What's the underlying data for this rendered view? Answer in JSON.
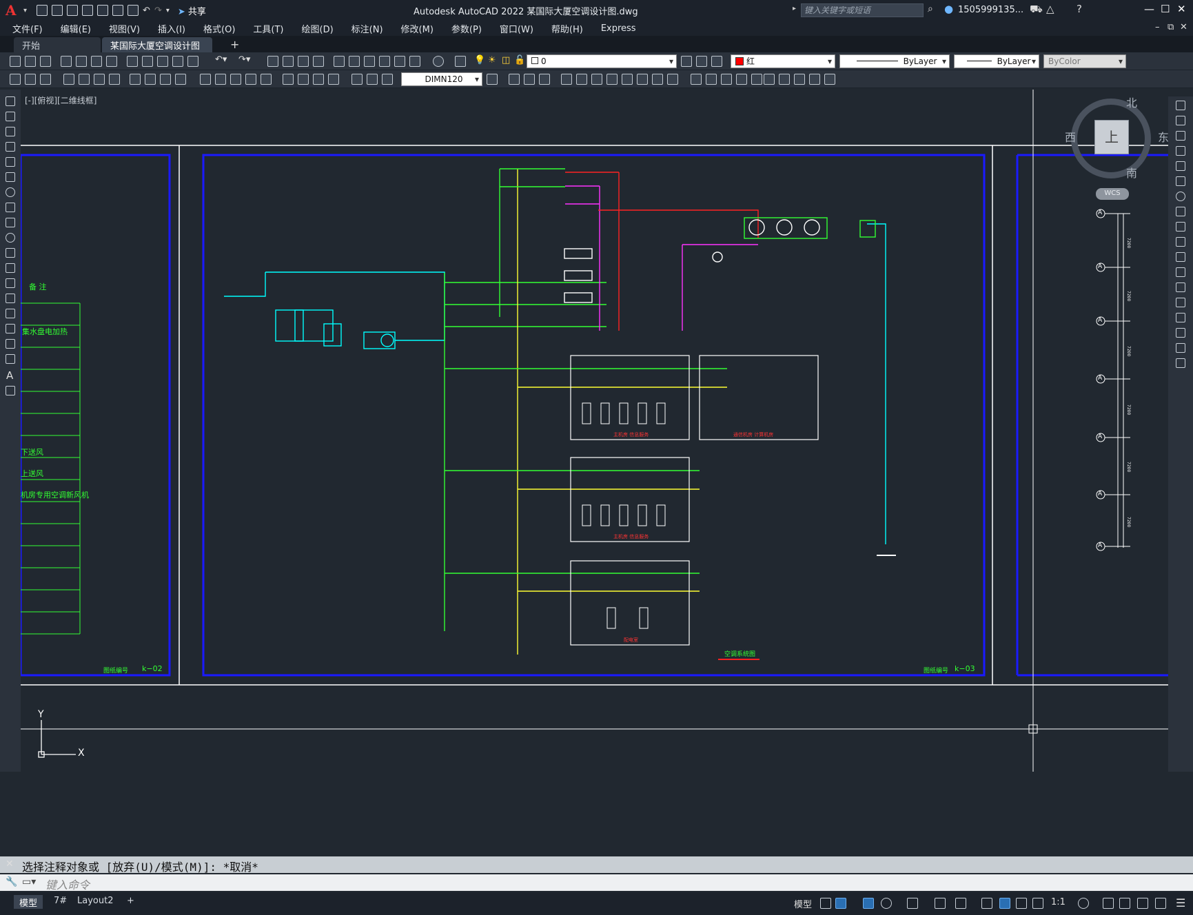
{
  "app": {
    "title": "Autodesk AutoCAD 2022    某国际大厦空调设计图.dwg",
    "search_placeholder": "键入关键字或短语",
    "user": "1505999135...",
    "share": "共享"
  },
  "menu": [
    "文件(F)",
    "编辑(E)",
    "视图(V)",
    "插入(I)",
    "格式(O)",
    "工具(T)",
    "绘图(D)",
    "标注(N)",
    "修改(M)",
    "参数(P)",
    "窗口(W)",
    "帮助(H)",
    "Express"
  ],
  "tabs": {
    "start": "开始",
    "doc": "某国际大厦空调设计图*",
    "close": "✕",
    "add": "+"
  },
  "toolbar": {
    "layer_value": "0",
    "color_value": "红",
    "linetype_value": "ByLayer",
    "lineweight_value": "ByLayer",
    "plotstyle_value": "ByColor",
    "dimstyle_value": "DIMN120"
  },
  "viewport_label": "[-][俯视][二维线框]",
  "viewcube": {
    "north": "北",
    "south": "南",
    "east": "东",
    "west": "西",
    "top": "上",
    "wcs": "WCS"
  },
  "drawing": {
    "left_sheet_code": "k−02",
    "center_sheet_code": "k−03",
    "sheet_label": "图纸编号",
    "table_rows": [
      "备  注",
      "",
      "集水盘电加热",
      "",
      "",
      "",
      "",
      "",
      "",
      "下送风",
      "上送风",
      "机房专用空调新风机",
      "",
      "",
      ""
    ],
    "diagram_title": "空调系统图",
    "room_labels": [
      "主机房    信息服务",
      "通信机房      计算机房",
      "主机房    信息服务",
      "配电室"
    ],
    "axis_markers": [
      "A",
      "A",
      "A",
      "A",
      "A",
      "A",
      "A"
    ],
    "dim_values": [
      "7200",
      "7200",
      "7200",
      "7200",
      "7200",
      "7200"
    ],
    "axis_y": "Y",
    "axis_x": "X"
  },
  "command": {
    "history": "选择注释对象或 [放弃(U)/模式(M)]: *取消*",
    "placeholder": "键入命令"
  },
  "layouts": {
    "model": "模型",
    "layout1": "7#",
    "layout2": "Layout2",
    "add": "+"
  },
  "status": {
    "model": "模型",
    "scale": "1:1"
  }
}
